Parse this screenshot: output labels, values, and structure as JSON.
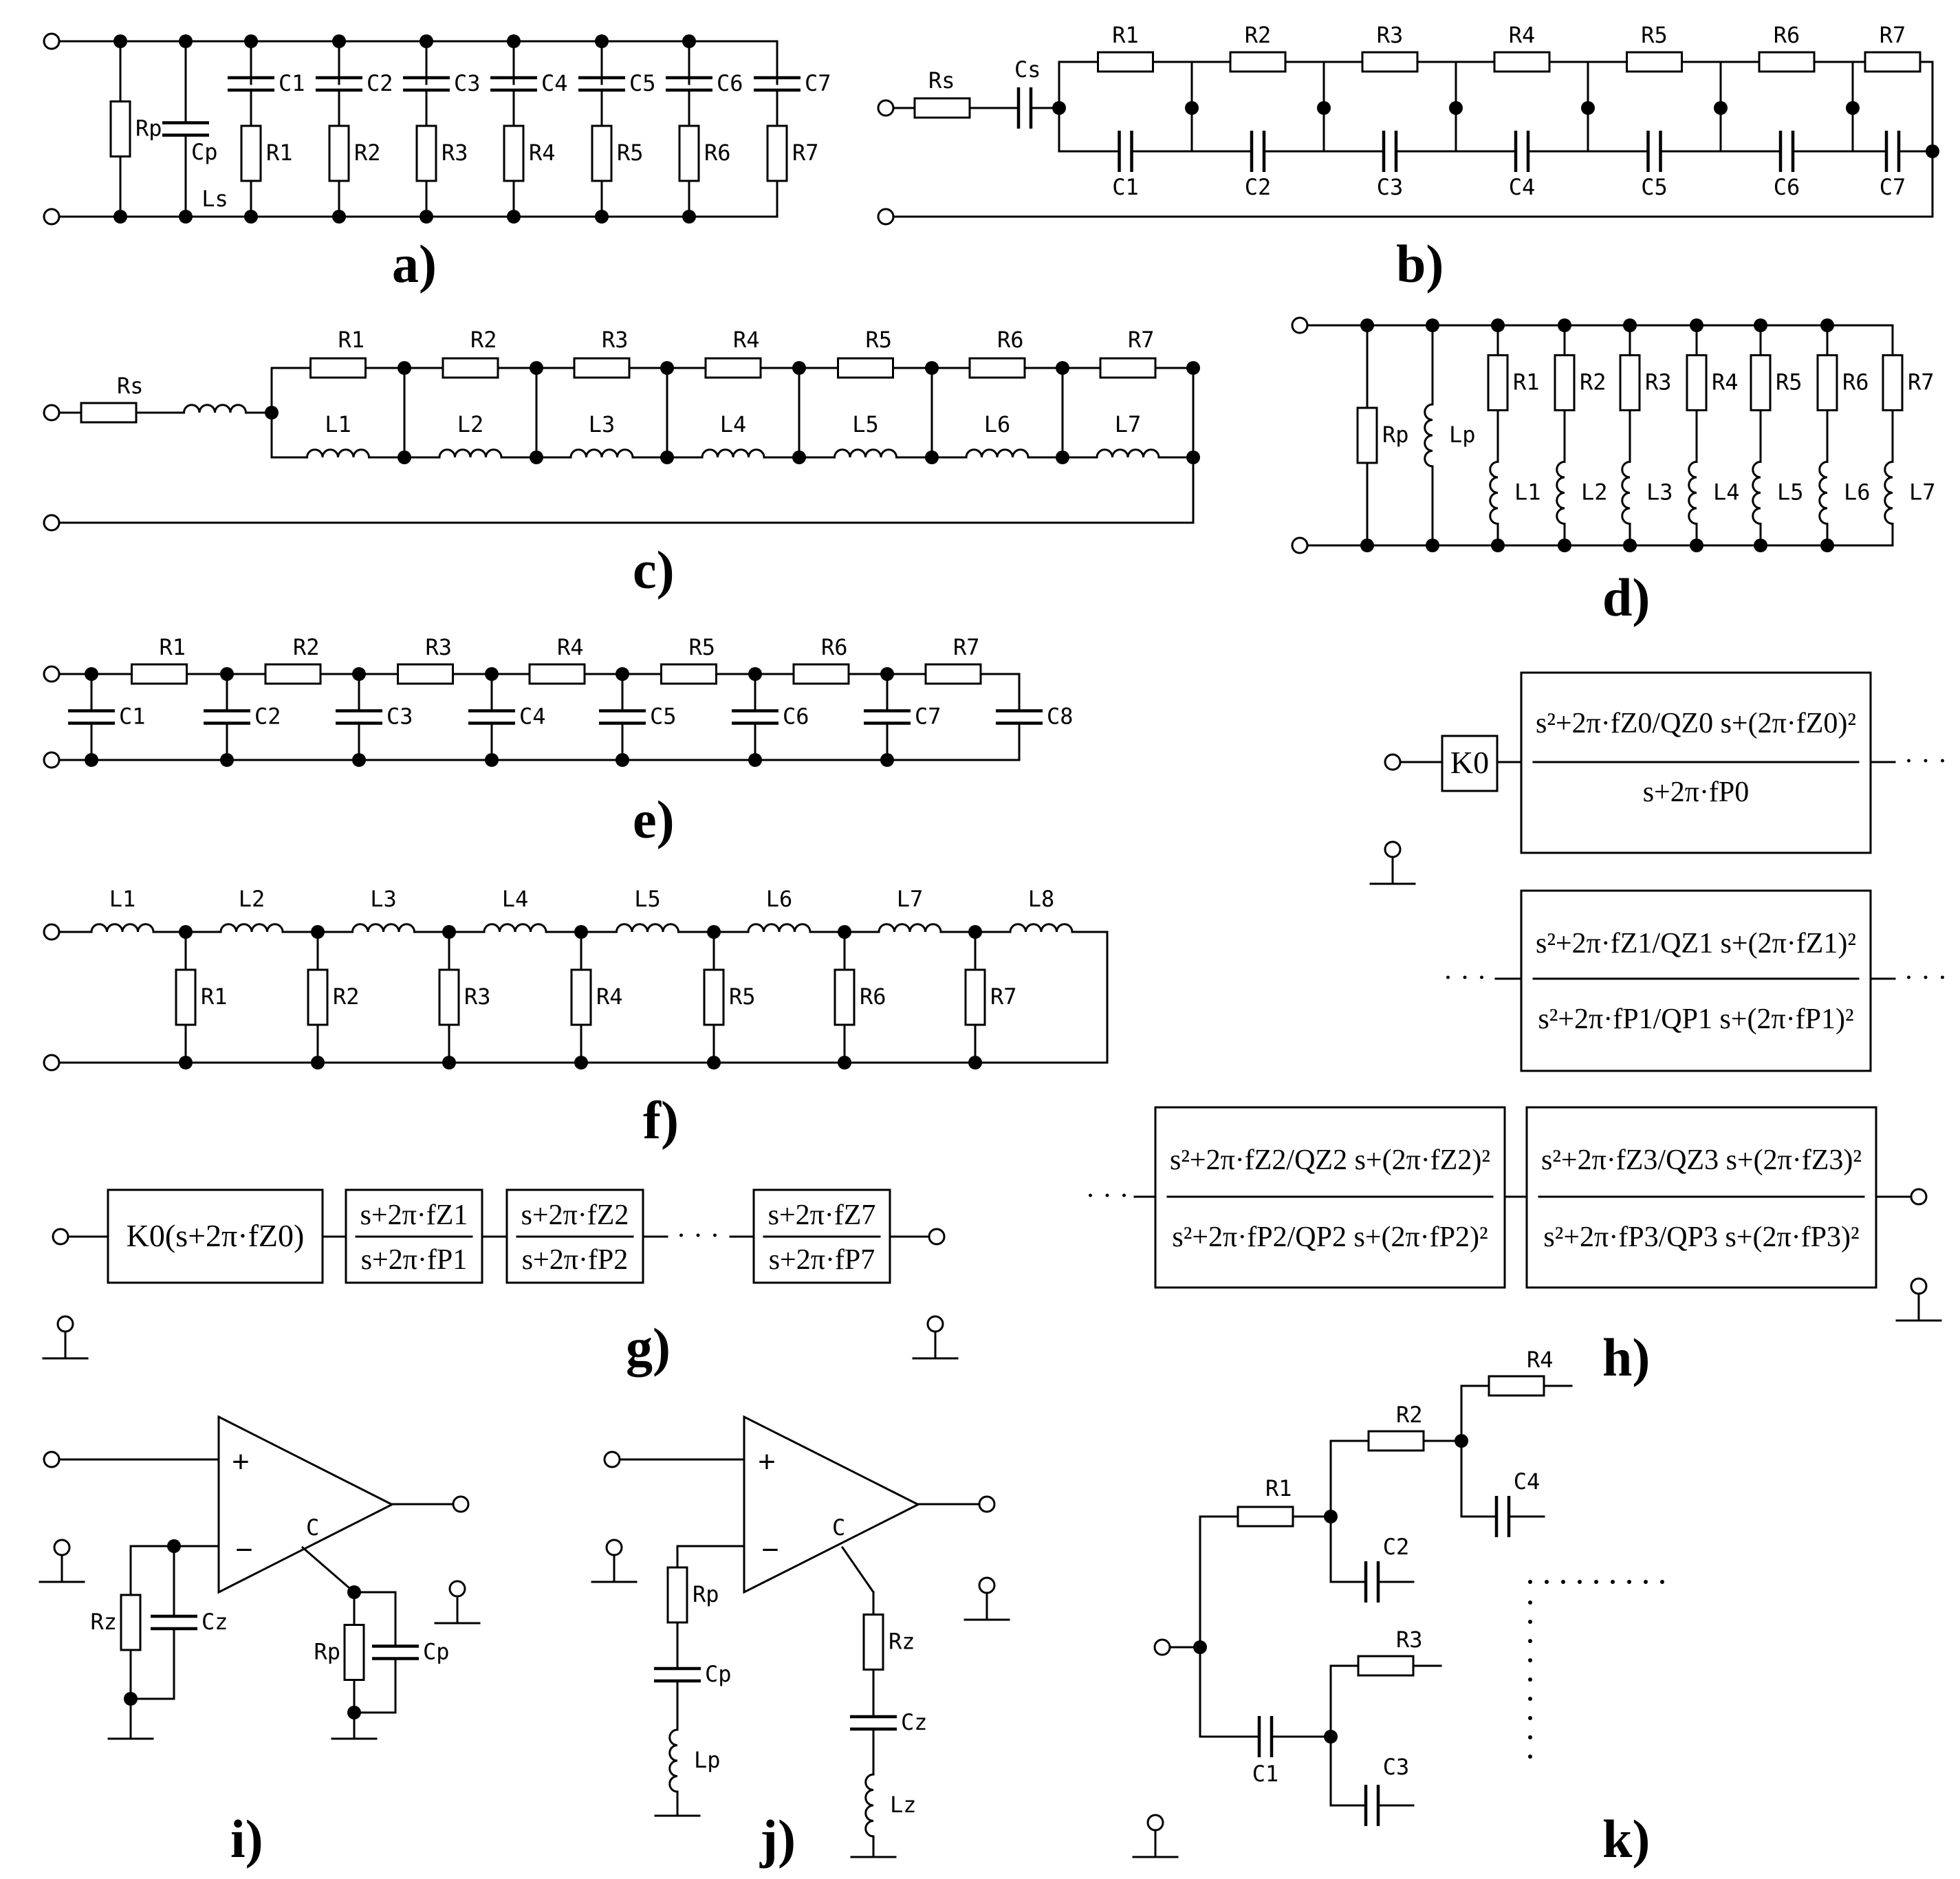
{
  "panels": [
    "a)",
    "b)",
    "c)",
    "d)",
    "e)",
    "f)",
    "g)",
    "h)",
    "i)",
    "j)",
    "k)"
  ],
  "labels": {
    "R": [
      "R1",
      "R2",
      "R3",
      "R4",
      "R5",
      "R6",
      "R7"
    ],
    "C": [
      "C1",
      "C2",
      "C3",
      "C4",
      "C5",
      "C6",
      "C7",
      "C8"
    ],
    "L": [
      "L1",
      "L2",
      "L3",
      "L4",
      "L5",
      "L6",
      "L7",
      "L8"
    ],
    "Rp": "Rp",
    "Cp": "Cp",
    "Rs": "Rs",
    "Cs": "Cs",
    "Ls": "Ls",
    "Lp": "Lp",
    "Rz": "Rz",
    "Cz": "Cz",
    "Lz": "Lz",
    "opamp": "C",
    "plus": "+",
    "minus": "−"
  },
  "g": {
    "first": "K0(s+2π·fZ0)",
    "blocks": [
      {
        "num": "s+2π·fZ1",
        "den": "s+2π·fP1"
      },
      {
        "num": "s+2π·fZ2",
        "den": "s+2π·fP2"
      },
      {
        "num": "s+2π·fZ7",
        "den": "s+2π·fP7"
      }
    ],
    "ellipsis": "· · ·"
  },
  "h": {
    "gain": "K0",
    "first": {
      "num": "s²+2π·fZ0/QZ0 s+(2π·fZ0)²",
      "den": "s+2π·fP0"
    },
    "blocks": [
      {
        "num": "s²+2π·fZ1/QZ1 s+(2π·fZ1)²",
        "den": "s²+2π·fP1/QP1 s+(2π·fP1)²"
      },
      {
        "num": "s²+2π·fZ2/QZ2 s+(2π·fZ2)²",
        "den": "s²+2π·fP2/QP2 s+(2π·fP2)²"
      },
      {
        "num": "s²+2π·fZ3/QZ3 s+(2π·fZ3)²",
        "den": "s²+2π·fP3/QP3 s+(2π·fP3)²"
      }
    ],
    "ellipsis": "· · ·"
  }
}
